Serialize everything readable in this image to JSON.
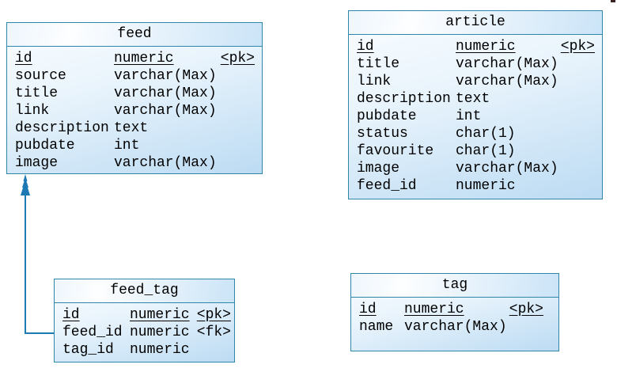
{
  "diagram": {
    "colors": {
      "table_border": "#2e86a8",
      "header_fill_left": "#eef6fd",
      "header_fill_right": "#cbe4f7",
      "body_fill_light": "#fafdff",
      "body_fill_blue": "#bcdbf3",
      "connector": "#1e7bb2",
      "text": "#000000",
      "corner_artifact": "#3a2323"
    },
    "tables": [
      {
        "title": "feed",
        "columns": [
          {
            "name": "id",
            "type": "numeric",
            "key": "<pk>"
          },
          {
            "name": "source",
            "type": "varchar(Max)",
            "key": ""
          },
          {
            "name": "title",
            "type": "varchar(Max)",
            "key": ""
          },
          {
            "name": "link",
            "type": "varchar(Max)",
            "key": ""
          },
          {
            "name": "description",
            "type": "text",
            "key": ""
          },
          {
            "name": "pubdate",
            "type": "int",
            "key": ""
          },
          {
            "name": "image",
            "type": "varchar(Max)",
            "key": ""
          }
        ]
      },
      {
        "title": "article",
        "columns": [
          {
            "name": "id",
            "type": "numeric",
            "key": "<pk>"
          },
          {
            "name": "title",
            "type": "varchar(Max)",
            "key": ""
          },
          {
            "name": "link",
            "type": "varchar(Max)",
            "key": ""
          },
          {
            "name": "description",
            "type": "text",
            "key": ""
          },
          {
            "name": "pubdate",
            "type": "int",
            "key": ""
          },
          {
            "name": "status",
            "type": "char(1)",
            "key": ""
          },
          {
            "name": "favourite",
            "type": "char(1)",
            "key": ""
          },
          {
            "name": "image",
            "type": "varchar(Max)",
            "key": ""
          },
          {
            "name": "feed_id",
            "type": "numeric",
            "key": ""
          }
        ]
      },
      {
        "title": "feed_tag",
        "columns": [
          {
            "name": "id",
            "type": "numeric",
            "key": "<pk>"
          },
          {
            "name": "feed_id",
            "type": "numeric",
            "key": "<fk>"
          },
          {
            "name": "tag_id",
            "type": "numeric",
            "key": ""
          }
        ]
      },
      {
        "title": "tag",
        "columns": [
          {
            "name": "id",
            "type": "numeric",
            "key": "<pk>"
          },
          {
            "name": "name",
            "type": "varchar(Max)",
            "key": ""
          }
        ]
      }
    ],
    "relationships": [
      {
        "from_table": "feed_tag",
        "to_table": "feed",
        "style": "solid-arrow"
      }
    ]
  }
}
